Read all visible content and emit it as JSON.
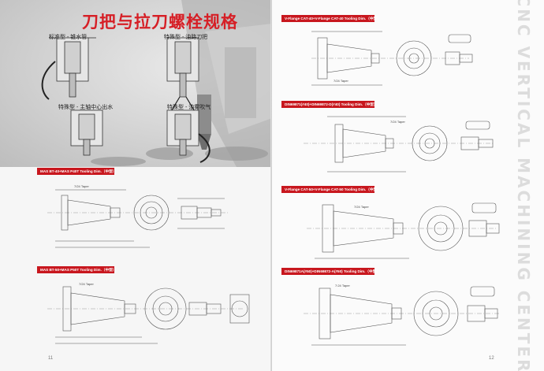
{
  "header": {
    "title": "刀把与拉刀螺栓规格",
    "photo_captions": [
      "标准型 - 锥水管",
      "特殊型 - 油路刀把",
      "特殊型 - 主轴中心出水",
      "特殊型 - 油雾吹气"
    ]
  },
  "sections": [
    {
      "label": "MAS BT-40+MAS P40T Tooling Dim.（中型）"
    },
    {
      "label": "MAS BT-50+MAS P50T Tooling Dim.（中型）"
    },
    {
      "label": "V-Flange CAT-40+V-Flange CAT-40 Tooling Dim.（中型）"
    },
    {
      "label": "DIN69871(#40)+DIN69872-D(#40) Tooling Dim.（中型）"
    },
    {
      "label": "V-Flange CAT-50+V-Flange CAT-50 Tooling Dim.（中型）"
    },
    {
      "label": "DIN69871A(#50)+DIN69872-A(#50) Tooling Dim.（中型）"
    }
  ],
  "drawing_labels": {
    "taper_7_24": "7/24 Taper",
    "taper_7_24_alt": "7:24 Taper"
  },
  "side_title": "CNC VERTICAL MACHINING CENTER",
  "page_numbers": {
    "left": "11",
    "right": "12"
  },
  "colors": {
    "accent": "#c8171e",
    "title": "#d61f26"
  }
}
